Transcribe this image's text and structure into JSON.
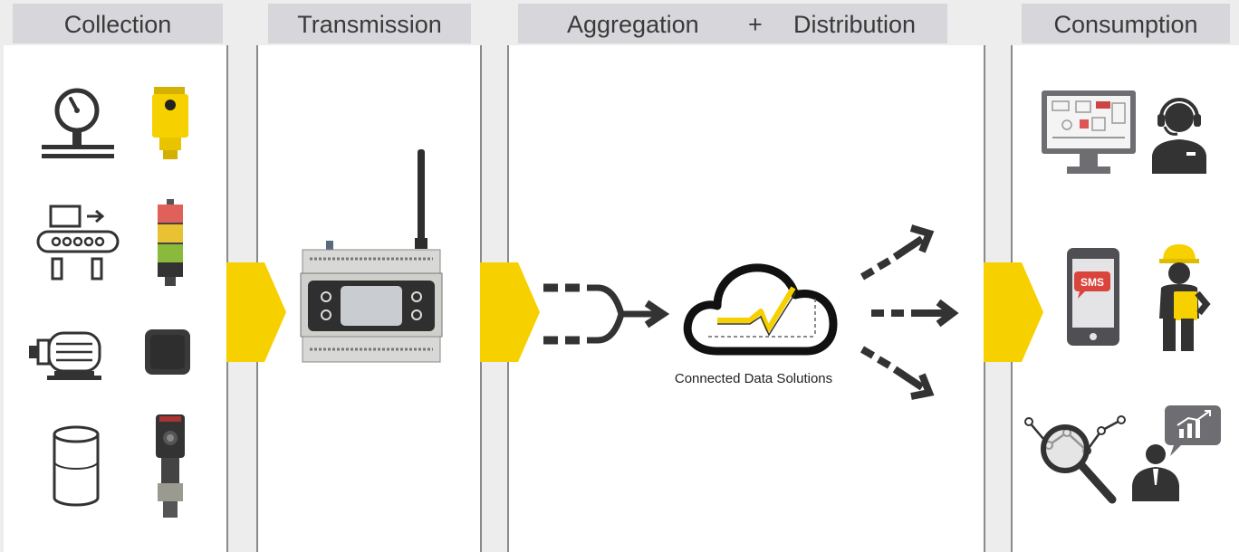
{
  "headers": {
    "collection": "Collection",
    "transmission": "Transmission",
    "aggregation": "Aggregation",
    "plus": "+",
    "distribution": "Distribution",
    "consumption": "Consumption"
  },
  "cloud_label": "Connected Data Solutions",
  "sms_label": "SMS",
  "colors": {
    "accent_yellow": "#f7d000",
    "icon_dark": "#333333",
    "panel_bg": "#ffffff",
    "header_bg": "#d7d7db",
    "page_bg": "#ededed"
  }
}
